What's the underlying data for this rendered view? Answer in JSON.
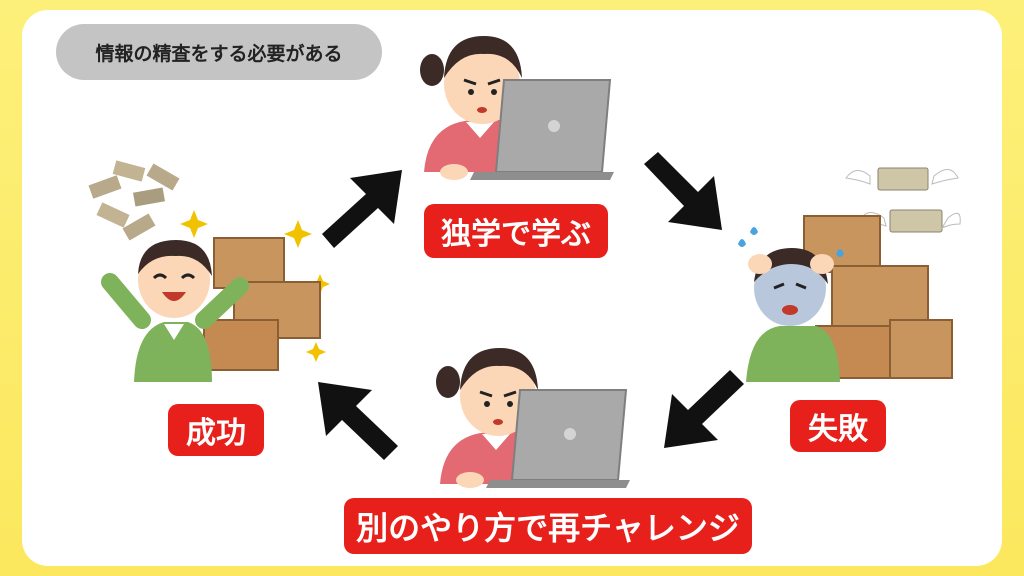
{
  "header": {
    "text": "情報の精査をする必要がある"
  },
  "steps": {
    "self_study": "独学で学ぶ",
    "failure": "失敗",
    "retry": "別のやり方で再チャレンジ",
    "success": "成功"
  },
  "colors": {
    "label_bg": "#e8201c",
    "label_text": "#ffffff",
    "arrow": "#111111",
    "pill_bg": "#c4c4c4",
    "frame": "#fbe85e"
  }
}
